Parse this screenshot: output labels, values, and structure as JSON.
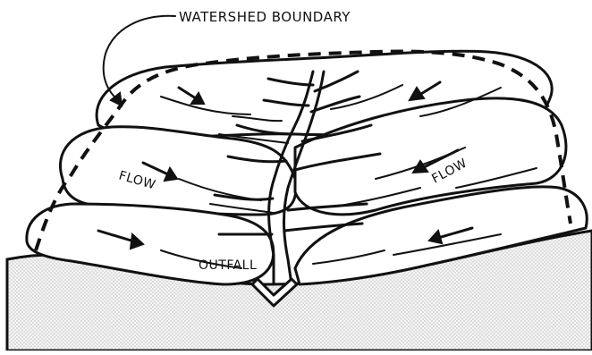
{
  "labels": {
    "watershed_boundary": "WATERSHED BOUNDARY",
    "flow_left": "FLOW",
    "flow_right": "FLOW",
    "outfall": "OUTFALL"
  },
  "colors": {
    "ink": "#111111",
    "ground_fill": "#f2f2f2",
    "background": "#ffffff"
  },
  "icons": {
    "flow_arrow": "flow-arrow-icon",
    "outfall_marker": "outfall-chevron-icon"
  }
}
